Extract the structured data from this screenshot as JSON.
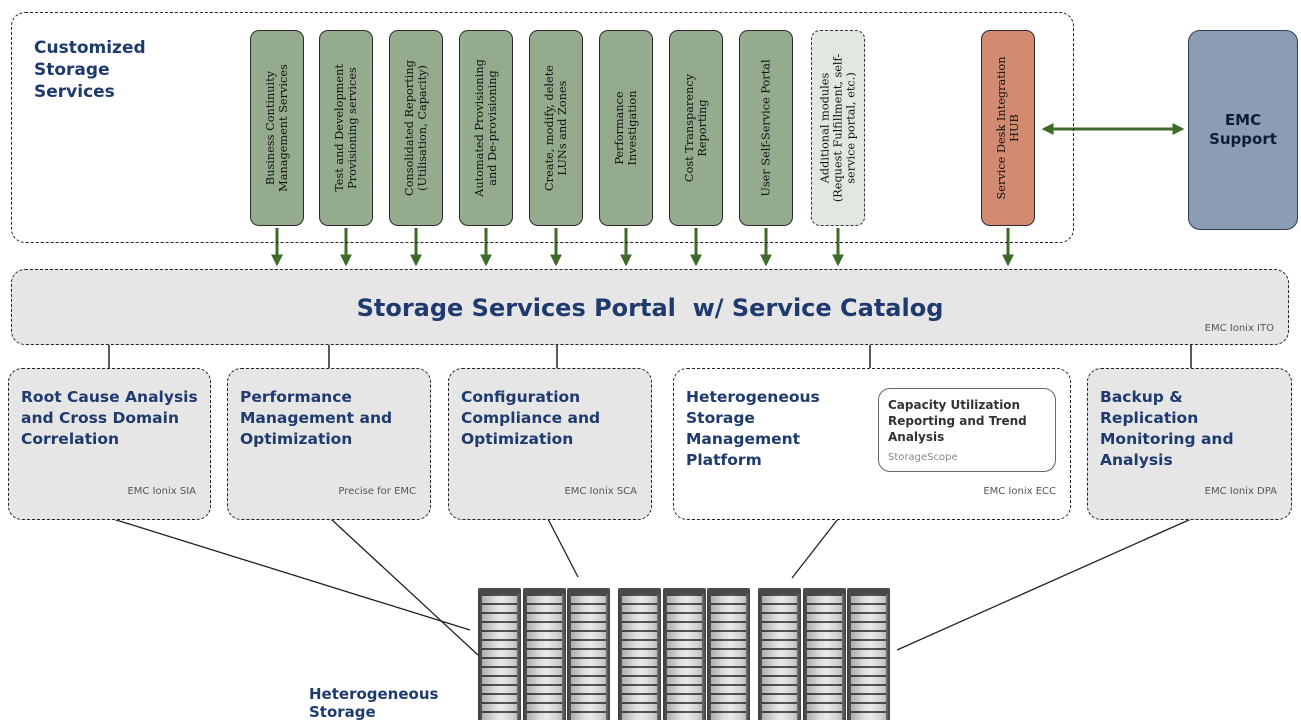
{
  "services_group": {
    "heading": "Customized\nStorage\nServices"
  },
  "modules": [
    {
      "text": "Business Continuity\nManagement Services"
    },
    {
      "text": "Test and Development\nProvisioning services"
    },
    {
      "text": "Consolidated Reporting\n(Utilisation, Capacity)"
    },
    {
      "text": "Automated Provisioning\nand De-provisioning"
    },
    {
      "text": "Create, modify, delete\nLUNs and Zones"
    },
    {
      "text": "Performance\nInvestigation"
    },
    {
      "text": "Cost Transparency\nReporting"
    },
    {
      "text": "User Self-Service Portal"
    },
    {
      "text": "Additional modules\n(Request Fulfillment, self-\nservice portal, etc.)"
    }
  ],
  "service_desk_hub": {
    "text": "Service Desk Integration\nHUB"
  },
  "emc_support": {
    "label": "EMC\nSupport"
  },
  "portal": {
    "title": "Storage Services Portal  w/ Service Catalog",
    "vendor": "EMC Ionix ITO"
  },
  "management_boxes": [
    {
      "title": "Root Cause Analysis\nand Cross Domain\nCorrelation",
      "vendor": "EMC Ionix SIA"
    },
    {
      "title": "Performance\nManagement and\nOptimization",
      "vendor": "Precise for EMC"
    },
    {
      "title": "Configuration\nCompliance and\nOptimization",
      "vendor": "EMC Ionix SCA"
    },
    {
      "title": "Heterogeneous\nStorage\nManagement\nPlatform",
      "vendor": "EMC Ionix ECC"
    },
    {
      "title": "Backup &\nReplication\nMonitoring and\nAnalysis",
      "vendor": "EMC Ionix DPA"
    }
  ],
  "capacity_box": {
    "title": "Capacity Utilization\nReporting and Trend\nAnalysis",
    "vendor": "StorageScope"
  },
  "storage_label": "Heterogeneous\nStorage",
  "colors": {
    "heading_blue": "#1e3a6e",
    "module_green": "#94ac8d",
    "hub_orange": "#d28a70",
    "support_slate": "#8b9db5",
    "arrow_green": "#3f6b2a",
    "panel_gray": "#e6e6e6"
  }
}
